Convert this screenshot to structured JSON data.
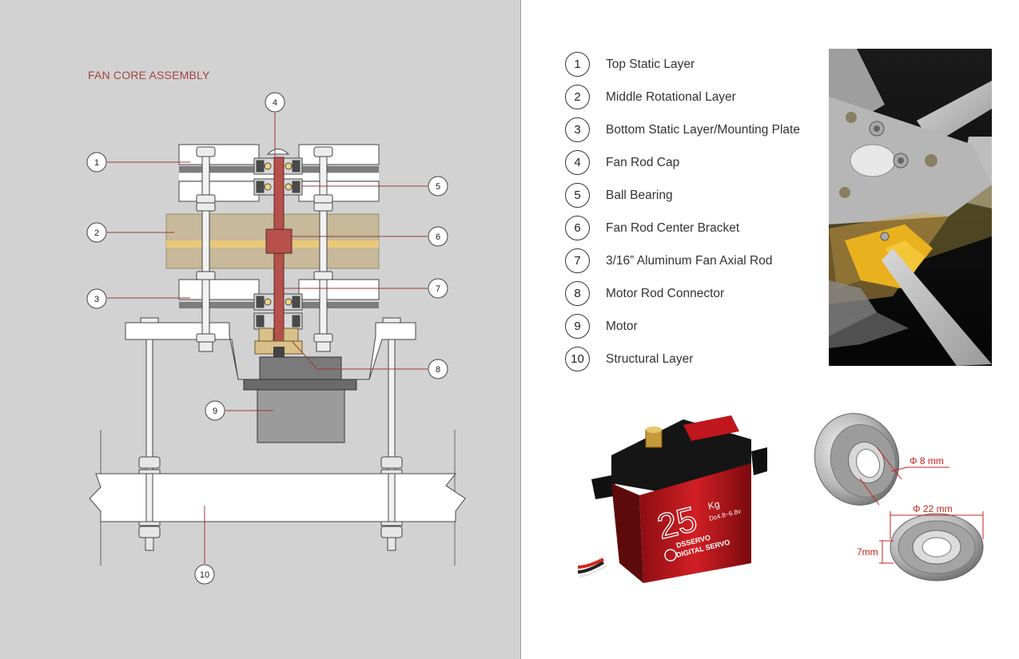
{
  "title": "FAN CORE ASSEMBLY",
  "callouts": [
    "1",
    "2",
    "3",
    "4",
    "5",
    "6",
    "7",
    "8",
    "9",
    "10"
  ],
  "legend": [
    {
      "num": "1",
      "label": "Top Static Layer"
    },
    {
      "num": "2",
      "label": "Middle Rotational Layer"
    },
    {
      "num": "3",
      "label": "Bottom Static Layer/Mounting Plate"
    },
    {
      "num": "4",
      "label": "Fan Rod Cap"
    },
    {
      "num": "5",
      "label": "Ball Bearing"
    },
    {
      "num": "6",
      "label": "Fan Rod Center Bracket"
    },
    {
      "num": "7",
      "label": "3/16” Aluminum Fan Axial Rod"
    },
    {
      "num": "8",
      "label": "Motor Rod Connector"
    },
    {
      "num": "9",
      "label": "Motor"
    },
    {
      "num": "10",
      "label": "Structural Layer"
    }
  ],
  "servo": {
    "weight_main": "25",
    "weight_unit": "Kg",
    "voltage": "Dc4.8~6.8v",
    "brand": "DSSERVO",
    "type": "DIGITAL SERVO"
  },
  "bearing": {
    "inner_diameter": "Φ 8 mm",
    "outer_diameter": "Φ 22 mm",
    "thickness": "7mm"
  },
  "colors": {
    "background_left": "#d2d2d3",
    "accent_red": "#a5433f",
    "rod_red": "#b5504b",
    "wood": "#c7b99a",
    "brass": "#d9c089",
    "dim_red": "#c8201d"
  }
}
